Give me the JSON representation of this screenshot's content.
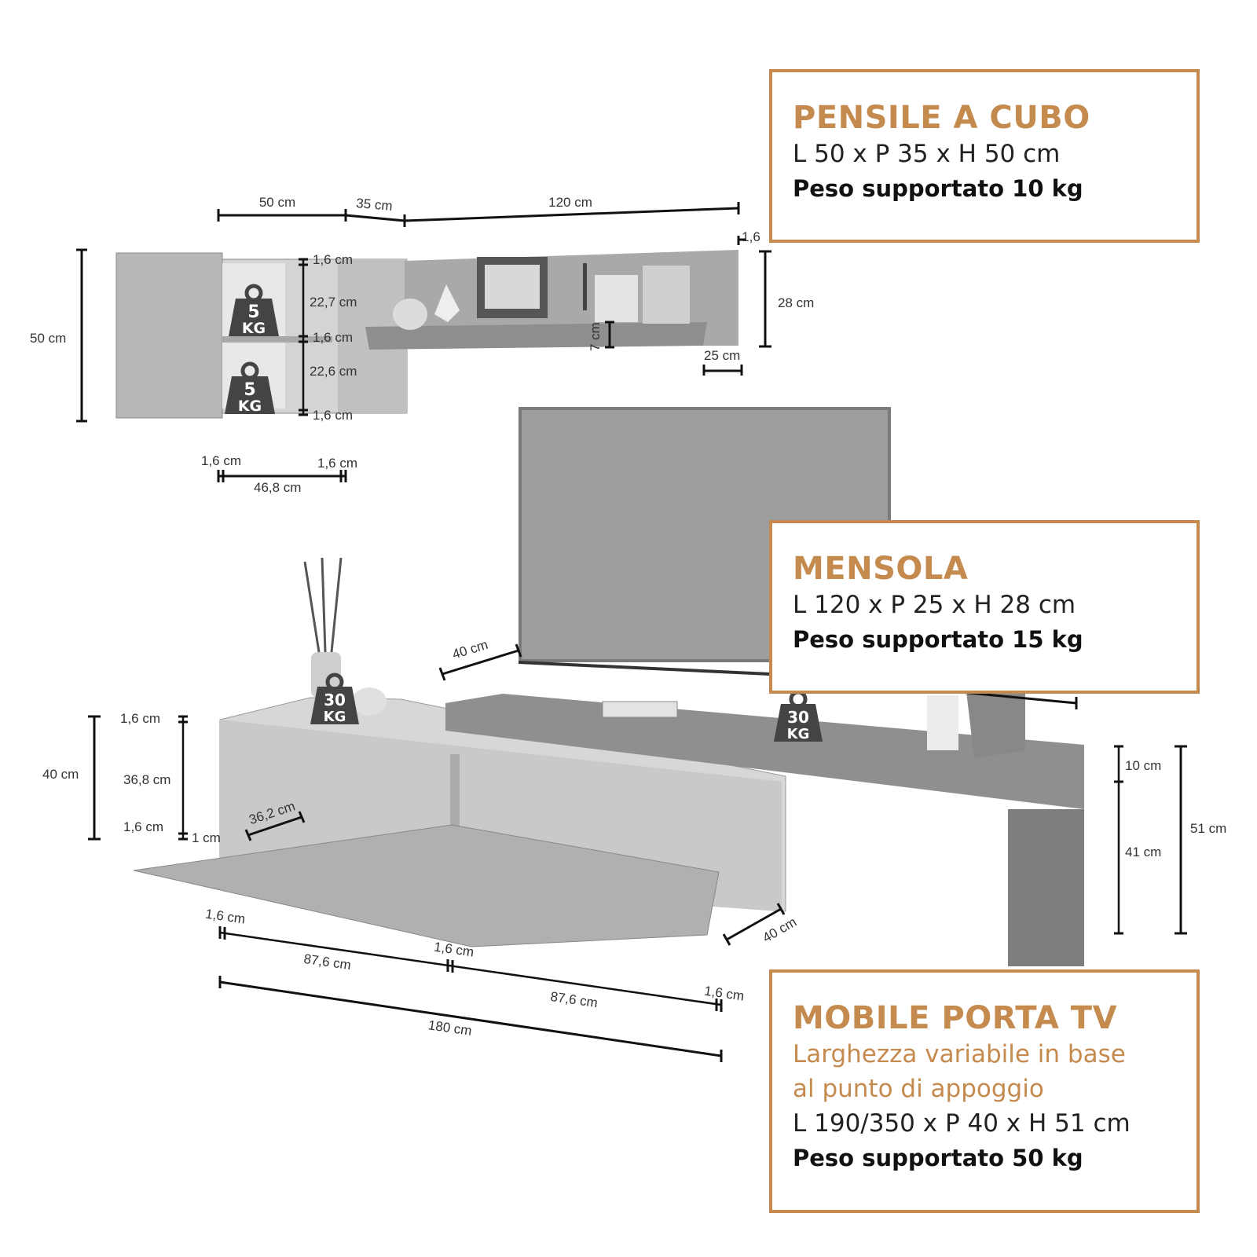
{
  "boxes": {
    "pensile": {
      "title": "PENSILE A CUBO",
      "dims": "L 50 x P 35 x H 50 cm",
      "peso": "Peso supportato 10 kg"
    },
    "mensola": {
      "title": "MENSOLA",
      "dims": "L 120 x P 25 x H 28 cm",
      "peso": "Peso supportato 15 kg"
    },
    "mobile": {
      "title": "MOBILE PORTA TV",
      "desc1": "Larghezza variabile in base",
      "desc2": "al punto di appoggio",
      "dims": "L 190/350 x P 40 x H 51 cm",
      "peso": "Peso supportato 50 kg"
    }
  },
  "weights": {
    "five": "5",
    "thirty": "30",
    "unit": "KG"
  },
  "dims": {
    "top_w50": "50 cm",
    "top_d35": "35 cm",
    "top_w120": "120 cm",
    "top_16": "1,6",
    "h50": "50 cm",
    "c16a": "1,6 cm",
    "c227": "22,7 cm",
    "c16b": "1,6 cm",
    "c226": "22,6 cm",
    "c16c": "1,6 cm",
    "sh7": "7 cm",
    "sh28": "28 cm",
    "sh25": "25 cm",
    "b16l": "1,6 cm",
    "b16r": "1,6 cm",
    "b468": "46,8 cm",
    "tv40": "40 cm",
    "m16a": "1,6 cm",
    "m40": "40 cm",
    "m368": "36,8 cm",
    "m16b": "1,6 cm",
    "m1": "1 cm",
    "m362": "36,2 cm",
    "r10": "10 cm",
    "r41": "41 cm",
    "r51": "51 cm",
    "d40": "40 cm",
    "f16a": "1,6 cm",
    "f876a": "87,6 cm",
    "f16b": "1,6 cm",
    "f876b": "87,6 cm",
    "f16c": "1,6 cm",
    "f180": "180 cm"
  },
  "colors": {
    "accent": "#c58a4e",
    "furniture": "#9a9a9a",
    "wood": "#8a8a8a",
    "line": "#111111"
  }
}
